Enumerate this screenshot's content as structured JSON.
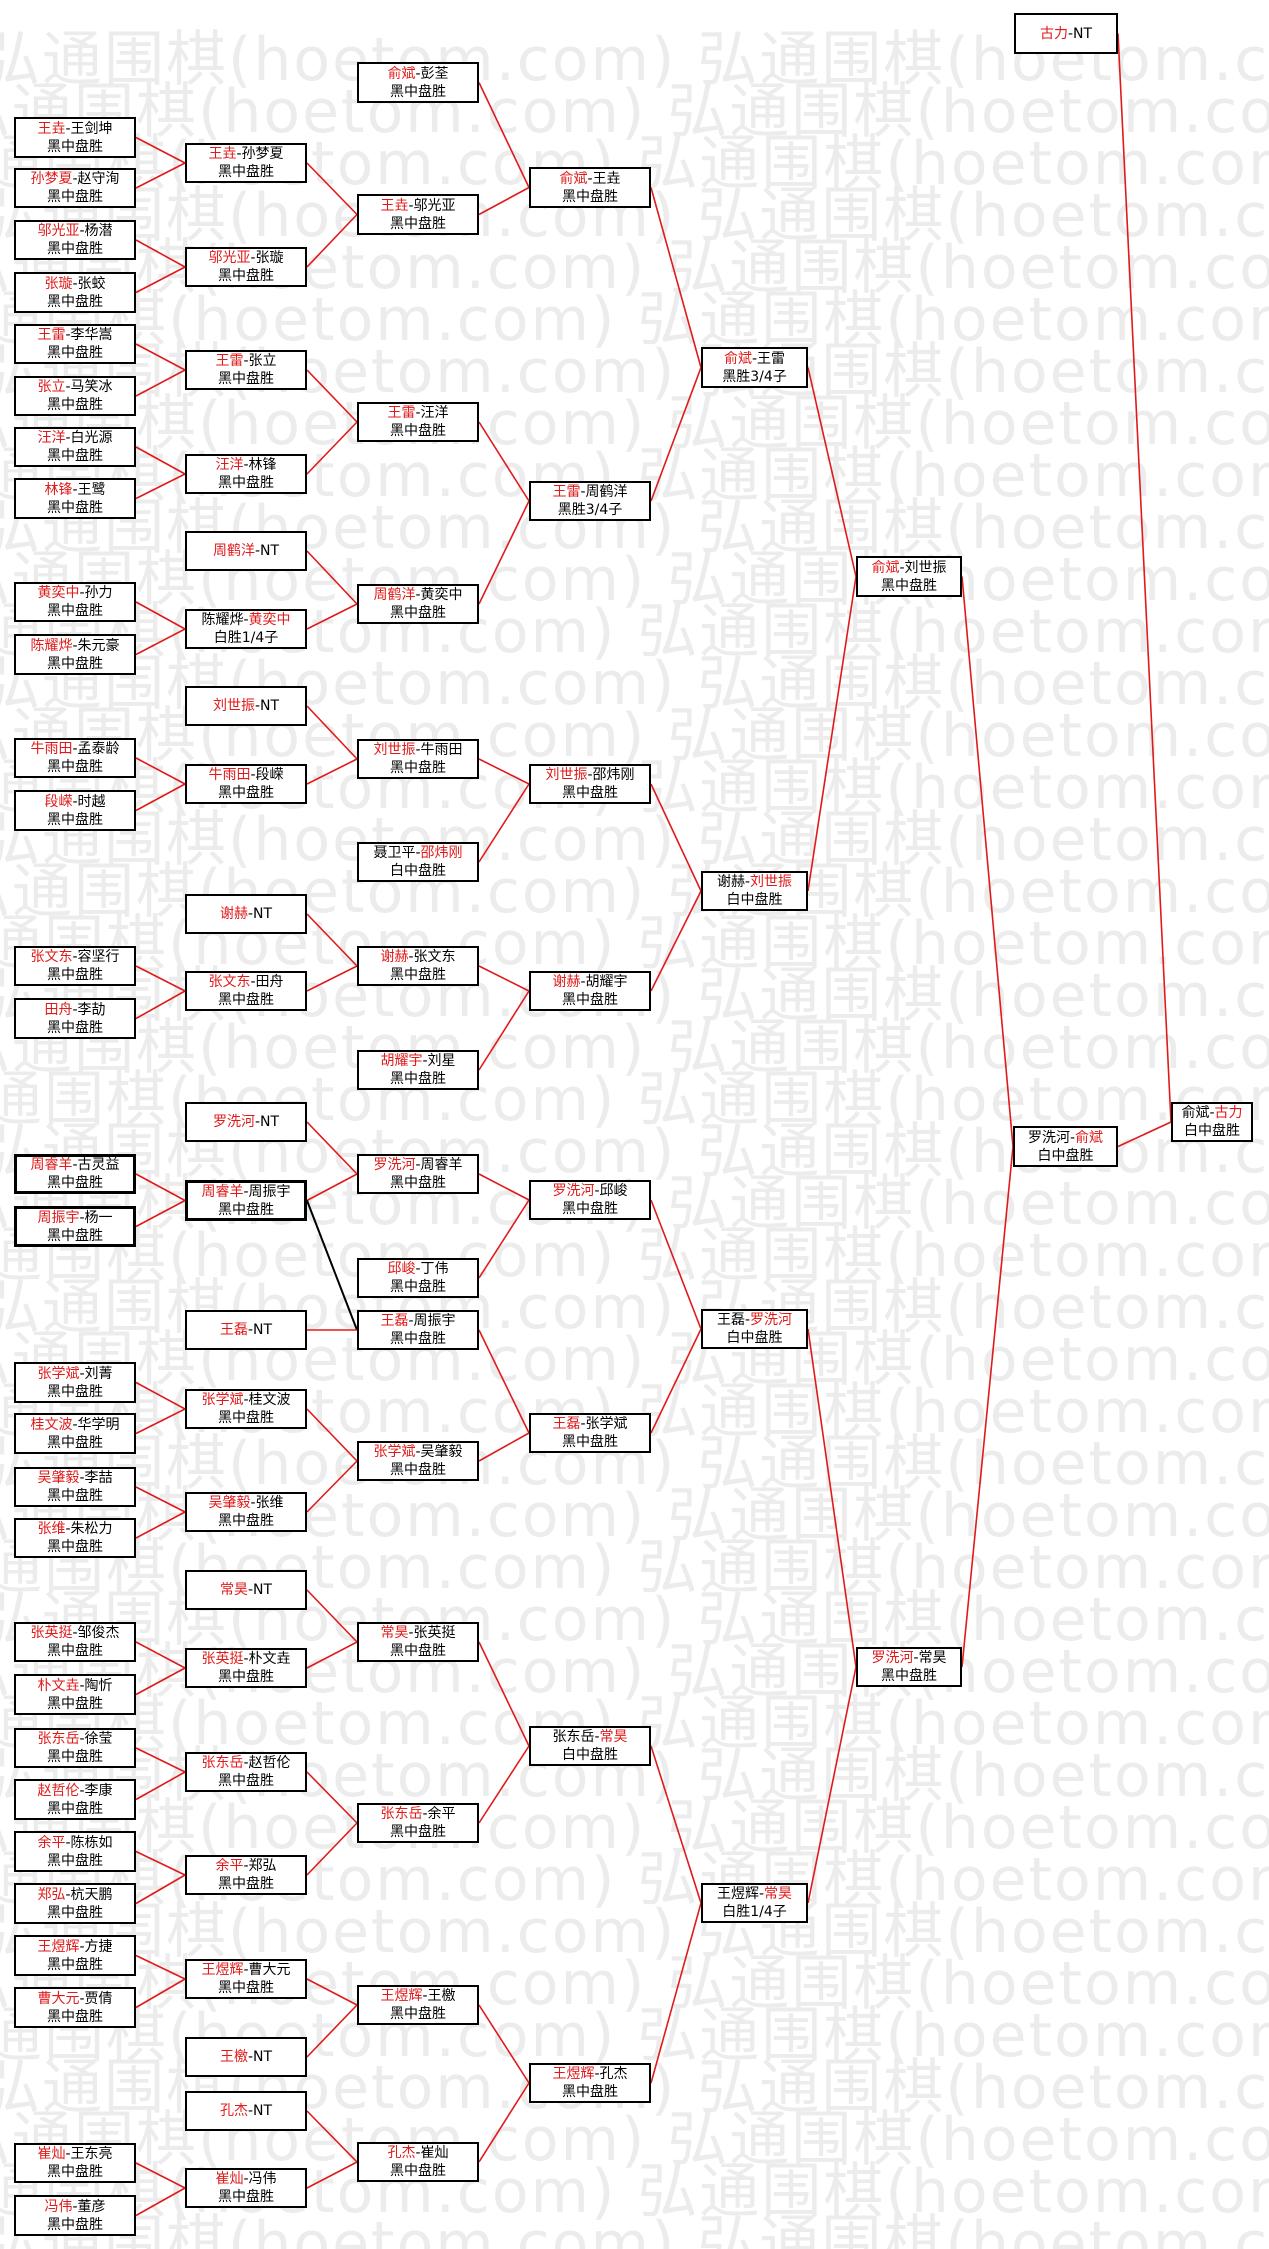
{
  "watermark": "弘通围棋(hoetom.com)",
  "colors": {
    "winner": "#e01a1a",
    "line": "#e01a1a",
    "text": "#000000",
    "watermark": "#ececec"
  },
  "matches": [
    {
      "id": "r1-01",
      "a": "王垚",
      "b": "王剑坤",
      "w": "a",
      "result": "黑中盘胜"
    },
    {
      "id": "r1-02",
      "a": "孙梦夏",
      "b": "赵守洵",
      "w": "a",
      "result": "黑中盘胜"
    },
    {
      "id": "r1-03",
      "a": "邬光亚",
      "b": "杨潜",
      "w": "a",
      "result": "黑中盘胜"
    },
    {
      "id": "r1-04",
      "a": "张璇",
      "b": "张蛟",
      "w": "a",
      "result": "黑中盘胜"
    },
    {
      "id": "r1-05",
      "a": "王雷",
      "b": "李华嵩",
      "w": "a",
      "result": "黑中盘胜"
    },
    {
      "id": "r1-06",
      "a": "张立",
      "b": "马笑冰",
      "w": "a",
      "result": "黑中盘胜"
    },
    {
      "id": "r1-07",
      "a": "汪洋",
      "b": "白光源",
      "w": "a",
      "result": "黑中盘胜"
    },
    {
      "id": "r1-08",
      "a": "林锋",
      "b": "王鹭",
      "w": "a",
      "result": "黑中盘胜"
    },
    {
      "id": "r1-09",
      "a": "黄奕中",
      "b": "孙力",
      "w": "a",
      "result": "黑中盘胜"
    },
    {
      "id": "r1-10",
      "a": "陈耀烨",
      "b": "朱元豪",
      "w": "a",
      "result": "黑中盘胜"
    },
    {
      "id": "r1-11",
      "a": "牛雨田",
      "b": "孟泰龄",
      "w": "a",
      "result": "黑中盘胜"
    },
    {
      "id": "r1-12",
      "a": "段嵘",
      "b": "时越",
      "w": "a",
      "result": "黑中盘胜"
    },
    {
      "id": "r1-13",
      "a": "张文东",
      "b": "容坚行",
      "w": "a",
      "result": "黑中盘胜"
    },
    {
      "id": "r1-14",
      "a": "田舟",
      "b": "李劼",
      "w": "a",
      "result": "黑中盘胜"
    },
    {
      "id": "r1-15",
      "a": "周睿羊",
      "b": "古灵益",
      "w": "a",
      "result": "黑中盘胜",
      "bold": true
    },
    {
      "id": "r1-16",
      "a": "周振宇",
      "b": "杨一",
      "w": "a",
      "result": "黑中盘胜",
      "bold": true
    },
    {
      "id": "r1-17",
      "a": "张学斌",
      "b": "刘菁",
      "w": "a",
      "result": "黑中盘胜"
    },
    {
      "id": "r1-18",
      "a": "桂文波",
      "b": "华学明",
      "w": "a",
      "result": "黑中盘胜"
    },
    {
      "id": "r1-19",
      "a": "吴肇毅",
      "b": "李喆",
      "w": "a",
      "result": "黑中盘胜"
    },
    {
      "id": "r1-20",
      "a": "张维",
      "b": "朱松力",
      "w": "a",
      "result": "黑中盘胜"
    },
    {
      "id": "r1-21",
      "a": "张英挺",
      "b": "邹俊杰",
      "w": "a",
      "result": "黑中盘胜"
    },
    {
      "id": "r1-22",
      "a": "朴文垚",
      "b": "陶忻",
      "w": "a",
      "result": "黑中盘胜"
    },
    {
      "id": "r1-23",
      "a": "张东岳",
      "b": "徐莹",
      "w": "a",
      "result": "黑中盘胜"
    },
    {
      "id": "r1-24",
      "a": "赵哲伦",
      "b": "李康",
      "w": "a",
      "result": "黑中盘胜"
    },
    {
      "id": "r1-25",
      "a": "余平",
      "b": "陈栋如",
      "w": "a",
      "result": "黑中盘胜"
    },
    {
      "id": "r1-26",
      "a": "郑弘",
      "b": "杭天鹏",
      "w": "a",
      "result": "黑中盘胜"
    },
    {
      "id": "r1-27",
      "a": "王煜辉",
      "b": "方捷",
      "w": "a",
      "result": "黑中盘胜"
    },
    {
      "id": "r1-28",
      "a": "曹大元",
      "b": "贾倩",
      "w": "a",
      "result": "黑中盘胜"
    },
    {
      "id": "r1-29",
      "a": "崔灿",
      "b": "王东亮",
      "w": "a",
      "result": "黑中盘胜"
    },
    {
      "id": "r1-30",
      "a": "冯伟",
      "b": "董彦",
      "w": "a",
      "result": "黑中盘胜"
    },
    {
      "id": "r2-01",
      "a": "王垚",
      "b": "孙梦夏",
      "w": "a",
      "result": "黑中盘胜"
    },
    {
      "id": "r2-02",
      "a": "邬光亚",
      "b": "张璇",
      "w": "a",
      "result": "黑中盘胜"
    },
    {
      "id": "r2-03",
      "a": "王雷",
      "b": "张立",
      "w": "a",
      "result": "黑中盘胜"
    },
    {
      "id": "r2-04",
      "a": "汪洋",
      "b": "林锋",
      "w": "a",
      "result": "黑中盘胜"
    },
    {
      "id": "r2-05",
      "a": "周鹤洋",
      "b": "NT",
      "w": "a",
      "result": ""
    },
    {
      "id": "r2-06",
      "a": "陈耀烨",
      "b": "黄奕中",
      "w": "b",
      "result": "白胜1/4子"
    },
    {
      "id": "r2-07",
      "a": "刘世振",
      "b": "NT",
      "w": "a",
      "result": ""
    },
    {
      "id": "r2-08",
      "a": "牛雨田",
      "b": "段嵘",
      "w": "a",
      "result": "黑中盘胜"
    },
    {
      "id": "r2-09",
      "a": "谢赫",
      "b": "NT",
      "w": "a",
      "result": ""
    },
    {
      "id": "r2-10",
      "a": "张文东",
      "b": "田舟",
      "w": "a",
      "result": "黑中盘胜"
    },
    {
      "id": "r2-11",
      "a": "罗洗河",
      "b": "NT",
      "w": "a",
      "result": ""
    },
    {
      "id": "r2-12",
      "a": "周睿羊",
      "b": "周振宇",
      "w": "a",
      "result": "黑中盘胜",
      "bold": true
    },
    {
      "id": "r2-13",
      "a": "王磊",
      "b": "NT",
      "w": "a",
      "result": ""
    },
    {
      "id": "r2-14",
      "a": "张学斌",
      "b": "桂文波",
      "w": "a",
      "result": "黑中盘胜"
    },
    {
      "id": "r2-15",
      "a": "吴肇毅",
      "b": "张维",
      "w": "a",
      "result": "黑中盘胜"
    },
    {
      "id": "r2-16",
      "a": "常昊",
      "b": "NT",
      "w": "a",
      "result": ""
    },
    {
      "id": "r2-17",
      "a": "张英挺",
      "b": "朴文垚",
      "w": "a",
      "result": "黑中盘胜"
    },
    {
      "id": "r2-18",
      "a": "张东岳",
      "b": "赵哲伦",
      "w": "a",
      "result": "黑中盘胜"
    },
    {
      "id": "r2-19",
      "a": "余平",
      "b": "郑弘",
      "w": "a",
      "result": "黑中盘胜"
    },
    {
      "id": "r2-20",
      "a": "王煜辉",
      "b": "曹大元",
      "w": "a",
      "result": "黑中盘胜"
    },
    {
      "id": "r2-21",
      "a": "王檄",
      "b": "NT",
      "w": "a",
      "result": ""
    },
    {
      "id": "r2-22",
      "a": "孔杰",
      "b": "NT",
      "w": "a",
      "result": ""
    },
    {
      "id": "r2-23",
      "a": "崔灿",
      "b": "冯伟",
      "w": "a",
      "result": "黑中盘胜"
    },
    {
      "id": "r3-01",
      "a": "俞斌",
      "b": "彭荃",
      "w": "a",
      "result": "黑中盘胜"
    },
    {
      "id": "r3-02",
      "a": "王垚",
      "b": "邬光亚",
      "w": "a",
      "result": "黑中盘胜"
    },
    {
      "id": "r3-03",
      "a": "王雷",
      "b": "汪洋",
      "w": "a",
      "result": "黑中盘胜"
    },
    {
      "id": "r3-04",
      "a": "周鹤洋",
      "b": "黄奕中",
      "w": "a",
      "result": "黑中盘胜"
    },
    {
      "id": "r3-05",
      "a": "刘世振",
      "b": "牛雨田",
      "w": "a",
      "result": "黑中盘胜"
    },
    {
      "id": "r3-06",
      "a": "聂卫平",
      "b": "邵炜刚",
      "w": "b",
      "result": "白中盘胜"
    },
    {
      "id": "r3-07",
      "a": "谢赫",
      "b": "张文东",
      "w": "a",
      "result": "黑中盘胜"
    },
    {
      "id": "r3-08",
      "a": "胡耀宇",
      "b": "刘星",
      "w": "a",
      "result": "黑中盘胜"
    },
    {
      "id": "r3-09",
      "a": "罗洗河",
      "b": "周睿羊",
      "w": "a",
      "result": "黑中盘胜"
    },
    {
      "id": "r3-10",
      "a": "邱峻",
      "b": "丁伟",
      "w": "a",
      "result": "黑中盘胜"
    },
    {
      "id": "r3-11",
      "a": "王磊",
      "b": "周振宇",
      "w": "a",
      "result": "黑中盘胜"
    },
    {
      "id": "r3-12",
      "a": "张学斌",
      "b": "吴肇毅",
      "w": "a",
      "result": "黑中盘胜"
    },
    {
      "id": "r3-13",
      "a": "常昊",
      "b": "张英挺",
      "w": "a",
      "result": "黑中盘胜"
    },
    {
      "id": "r3-14",
      "a": "张东岳",
      "b": "余平",
      "w": "a",
      "result": "黑中盘胜"
    },
    {
      "id": "r3-15",
      "a": "王煜辉",
      "b": "王檄",
      "w": "a",
      "result": "黑中盘胜"
    },
    {
      "id": "r3-16",
      "a": "孔杰",
      "b": "崔灿",
      "w": "a",
      "result": "黑中盘胜"
    },
    {
      "id": "r4-01",
      "a": "俞斌",
      "b": "王垚",
      "w": "a",
      "result": "黑中盘胜"
    },
    {
      "id": "r4-02",
      "a": "王雷",
      "b": "周鹤洋",
      "w": "a",
      "result": "黑胜3/4子"
    },
    {
      "id": "r4-03",
      "a": "刘世振",
      "b": "邵炜刚",
      "w": "a",
      "result": "黑中盘胜"
    },
    {
      "id": "r4-04",
      "a": "谢赫",
      "b": "胡耀宇",
      "w": "a",
      "result": "黑中盘胜"
    },
    {
      "id": "r4-05",
      "a": "罗洗河",
      "b": "邱峻",
      "w": "a",
      "result": "黑中盘胜"
    },
    {
      "id": "r4-06",
      "a": "王磊",
      "b": "张学斌",
      "w": "a",
      "result": "黑中盘胜"
    },
    {
      "id": "r4-07",
      "a": "张东岳",
      "b": "常昊",
      "w": "b",
      "result": "白中盘胜"
    },
    {
      "id": "r4-08",
      "a": "王煜辉",
      "b": "孔杰",
      "w": "a",
      "result": "黑中盘胜"
    },
    {
      "id": "r5-01",
      "a": "俞斌",
      "b": "王雷",
      "w": "a",
      "result": "黑胜3/4子"
    },
    {
      "id": "r5-02",
      "a": "谢赫",
      "b": "刘世振",
      "w": "b",
      "result": "白中盘胜"
    },
    {
      "id": "r5-03",
      "a": "王磊",
      "b": "罗洗河",
      "w": "b",
      "result": "白中盘胜"
    },
    {
      "id": "r5-04",
      "a": "王煜辉",
      "b": "常昊",
      "w": "b",
      "result": "白胜1/4子"
    },
    {
      "id": "r6-01",
      "a": "俞斌",
      "b": "刘世振",
      "w": "a",
      "result": "黑中盘胜"
    },
    {
      "id": "r6-02",
      "a": "罗洗河",
      "b": "常昊",
      "w": "a",
      "result": "黑中盘胜"
    },
    {
      "id": "r7-01",
      "a": "罗洗河",
      "b": "俞斌",
      "w": "b",
      "result": "白中盘胜"
    },
    {
      "id": "r7-02",
      "a": "古力",
      "b": "NT",
      "w": "a",
      "result": ""
    },
    {
      "id": "r8-01",
      "a": "俞斌",
      "b": "古力",
      "w": "b",
      "result": "白中盘胜"
    }
  ]
}
